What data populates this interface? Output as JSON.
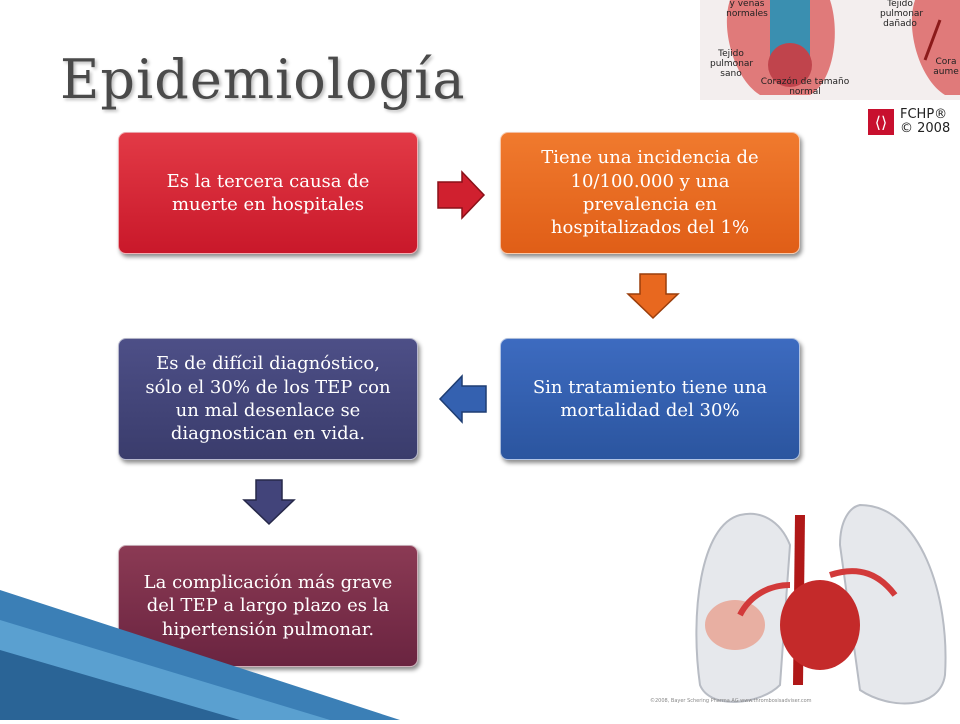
{
  "slide": {
    "title": "Epidemiología",
    "boxes": [
      "Es la tercera causa de muerte en hospitales",
      "Tiene una incidencia de 10/100.000 y una prevalencia en hospitalizados del 1%",
      "Sin tratamiento tiene una mortalidad del 30%",
      "Es de difícil diagnóstico, sólo el 30% de los TEP con un mal desenlace se diagnostican en vida.",
      "La complicación más grave del TEP a largo plazo es la hipertensión pulmonar."
    ],
    "figure_labels": {
      "normal_vessels": "y venas normales",
      "healthy_tissue": "Tejido pulmonar sano",
      "normal_heart": "Corazón de tamaño normal",
      "damaged_tissue": "Tejido pulmonar dañado",
      "enlarged_heart": "Cora aume"
    },
    "logo": {
      "name": "FCHP®",
      "year": "© 2008"
    },
    "credit": "©2008, Bayer Schering Pharma AG www.thrombosisadviser.com"
  },
  "colors": {
    "box1": "#d0202f",
    "box2": "#e8681f",
    "box3": "#3461b0",
    "box4": "#42447a",
    "box5": "#7a2e4a",
    "stripe": "#3b7fb6"
  }
}
